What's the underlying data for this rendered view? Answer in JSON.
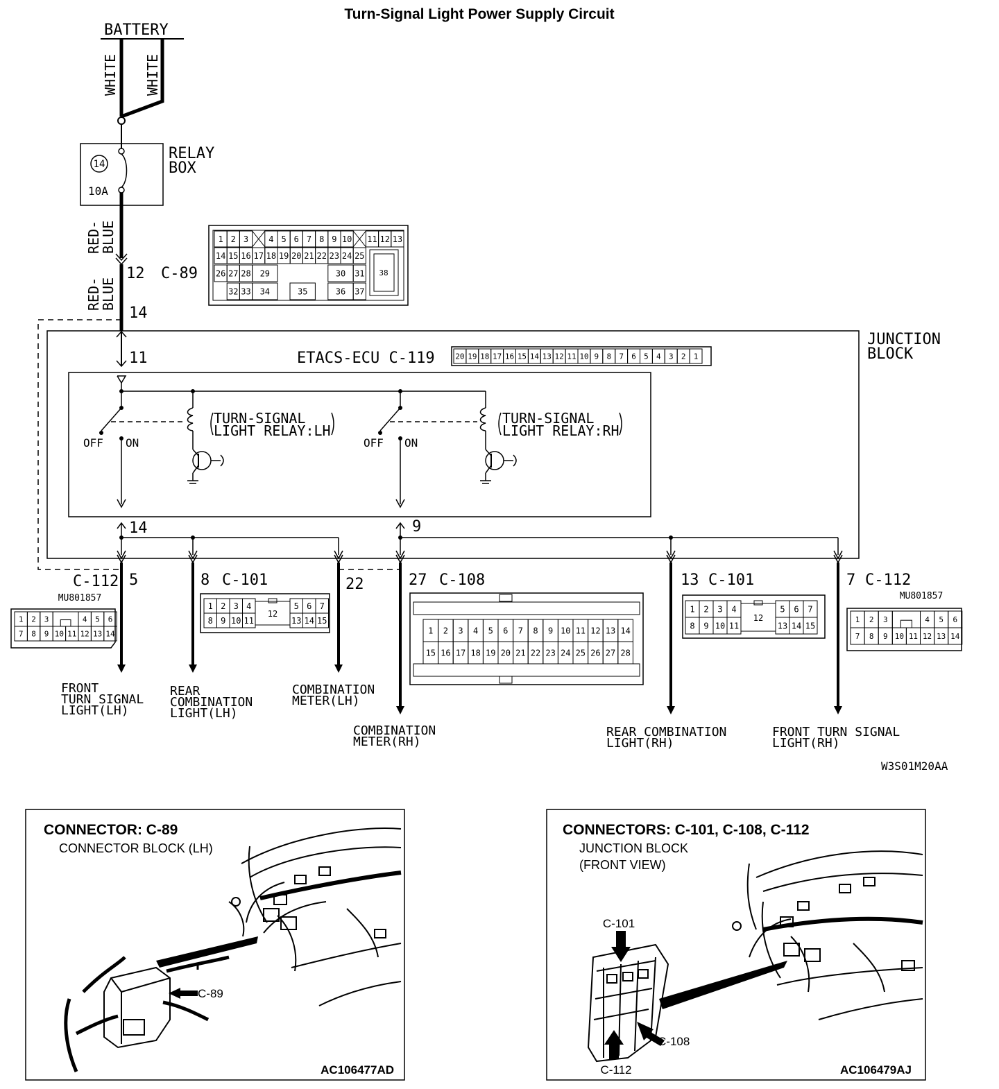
{
  "title": "Turn-Signal Light Power Supply Circuit",
  "battery": {
    "label": "BATTERY",
    "wire_left": "WHITE",
    "wire_right": "WHITE"
  },
  "relay_box": {
    "label_line1": "RELAY",
    "label_line2": "BOX",
    "fuse_number": "14",
    "fuse_rating": "10A"
  },
  "wire_upper": {
    "line1": "RED-",
    "line2": "BLUE"
  },
  "wire_lower": {
    "line1": "RED-",
    "line2": "BLUE"
  },
  "c89": {
    "label": "C-89",
    "pin_in": "12",
    "pin_out": "14",
    "row1": [
      "1",
      "2",
      "3",
      "4",
      "5",
      "6",
      "7",
      "8",
      "9",
      "10",
      "11",
      "12",
      "13"
    ],
    "row2": [
      "14",
      "15",
      "16",
      "17",
      "18",
      "19",
      "20",
      "21",
      "22",
      "23",
      "24",
      "25"
    ],
    "row3": [
      "26",
      "27",
      "28",
      "29",
      "30",
      "31"
    ],
    "row4": [
      "32",
      "33",
      "34",
      "35",
      "36",
      "37"
    ],
    "side": "38"
  },
  "junction_block": {
    "line1": "JUNCTION",
    "line2": "BLOCK"
  },
  "ecu": {
    "label": "ETACS-ECU C-119",
    "pin_top": "11",
    "pin_lh": "14",
    "pin_rh": "9",
    "pins": [
      "20",
      "19",
      "18",
      "17",
      "16",
      "15",
      "14",
      "13",
      "12",
      "11",
      "10",
      "9",
      "8",
      "7",
      "6",
      "5",
      "4",
      "3",
      "2",
      "1"
    ],
    "relay_lh_line1": "TURN-SIGNAL",
    "relay_lh_line2": "LIGHT RELAY:LH",
    "relay_rh_line1": "TURN-SIGNAL",
    "relay_rh_line2": "LIGHT RELAY:RH",
    "off": "OFF",
    "on": "ON"
  },
  "outputs": [
    {
      "pin": "5",
      "connector": "C-112",
      "line1": "FRONT",
      "line2": "TURN SIGNAL",
      "line3": "LIGHT(LH)"
    },
    {
      "pin": "8",
      "connector": "C-101",
      "line1": "REAR",
      "line2": "COMBINATION",
      "line3": "LIGHT(LH)"
    },
    {
      "pin": "22",
      "connector": "",
      "line1": "COMBINATION",
      "line2": "METER(LH)"
    },
    {
      "pin": "27",
      "connector": "C-108",
      "line1": "COMBINATION",
      "line2": "METER(RH)"
    },
    {
      "pin": "13",
      "connector": "C-101",
      "line1": "REAR COMBINATION",
      "line2": "LIGHT(RH)"
    },
    {
      "pin": "7",
      "connector": "C-112",
      "line1": "FRONT TURN SIGNAL",
      "line2": "LIGHT(RH)"
    }
  ],
  "c112": {
    "part": "MU801857",
    "row1": [
      "1",
      "2",
      "3",
      "4",
      "5",
      "6"
    ],
    "row2": [
      "7",
      "8",
      "9",
      "10",
      "11",
      "12",
      "13",
      "14"
    ]
  },
  "c101": {
    "row1": [
      "1",
      "2",
      "3",
      "4",
      "5",
      "6",
      "7"
    ],
    "row2": [
      "8",
      "9",
      "10",
      "11",
      "13",
      "14",
      "15"
    ],
    "center": "12"
  },
  "c108": {
    "row1": [
      "1",
      "2",
      "3",
      "4",
      "5",
      "6",
      "7",
      "8",
      "9",
      "10",
      "11",
      "12",
      "13",
      "14"
    ],
    "row2": [
      "15",
      "16",
      "17",
      "18",
      "19",
      "20",
      "21",
      "22",
      "23",
      "24",
      "25",
      "26",
      "27",
      "28"
    ]
  },
  "diagram_code": "W3S01M20AA",
  "panel_left": {
    "title": "CONNECTOR: C-89",
    "subtitle": "CONNECTOR BLOCK (LH)",
    "callout": "C-89",
    "code": "AC106477AD"
  },
  "panel_right": {
    "title": "CONNECTORS: C-101, C-108, C-112",
    "subtitle1": "JUNCTION BLOCK",
    "subtitle2": "(FRONT VIEW)",
    "callout_a": "C-101",
    "callout_b": "C-108",
    "callout_c": "C-112",
    "code": "AC106479AJ"
  },
  "colors": {
    "ink": "#000000",
    "paper": "#ffffff"
  }
}
